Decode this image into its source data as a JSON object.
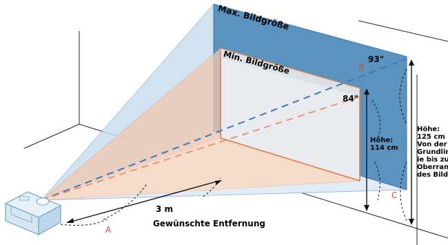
{
  "labels": {
    "max_size": "Max. Bildgröße",
    "min_size": "Min. Bildgröße",
    "max_diagonal": "93\"",
    "min_diagonal": "84\"",
    "point_a": "A",
    "point_b": "B",
    "point_c": "C",
    "distance_value": "3 m",
    "distance_caption": "Gewünschte Entfernung",
    "min_height_title": "Höhe:",
    "min_height_value": "114 cm",
    "max_height_lines": [
      "Höhe:",
      "125 cm",
      "Von der",
      "Grundlin-",
      "ie bis zum",
      "Oberrand",
      "des Bildes"
    ]
  },
  "colors": {
    "max_screen_fill": "#5b93c0",
    "max_beam_fill": "#c9ddef",
    "min_beam_fill": "#f2c9b0",
    "min_screen_border": "#e07a4a",
    "min_screen_fill": "#e9ebee",
    "red_label": "#d9483b",
    "axis_dash_blue": "#3d78b8",
    "axis_dash_orange": "#e69a72"
  }
}
